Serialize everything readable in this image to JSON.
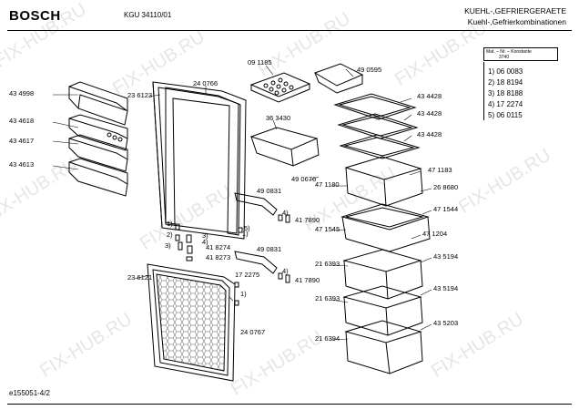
{
  "header": {
    "brand": "BOSCH",
    "model": "KGU 34110/01",
    "category_line1": "KUEHL-,GEFRIERGERAETE",
    "category_line2": "Kuehl-,Gefrierkombinationen"
  },
  "side_box": {
    "line1": "Mat. – Nr. – Konstante",
    "line2": "3740"
  },
  "constants": [
    "1) 06 0083",
    "2) 18 8194",
    "3) 18 8188",
    "4) 17 2274",
    "5) 06 0115"
  ],
  "parts": {
    "p434998": "43 4998",
    "p434618": "43 4618",
    "p434617": "43 4617",
    "p434613": "43 4613",
    "p236123": "23 6123",
    "p240766": "24 0766",
    "p091185": "09 1185",
    "p490595": "49 0595",
    "p434428a": "43 4428",
    "p363430": "36 3430",
    "p434428b": "43 4428",
    "p434428c": "43 4428",
    "p471183": "47 1183",
    "p490676": "49 0676",
    "p471180": "47 1180",
    "p268680": "26 8680",
    "p490831a": "49 0831",
    "p471544": "47 1544",
    "p417890a": "41 7890",
    "p471545": "47 1545",
    "p471204": "47 1204",
    "p418274": "41 8274",
    "p418273": "41 8273",
    "p490831b": "49 0831",
    "p435194a": "43 5194",
    "p216393a": "21 6393",
    "p236121": "23 6121",
    "p172275": "17 2275",
    "p417890b": "41 7890",
    "p216393b": "21 6393",
    "p435194b": "43 5194",
    "p435203": "43 5203",
    "p240767": "24 0767",
    "p216394": "21 6394"
  },
  "callouts": {
    "c1a": "1)",
    "c2": "2)",
    "c3a": "3)",
    "c3b": "3)",
    "c4a": "4)",
    "c4b": "4)",
    "c5a": "5)",
    "c1b": "1)",
    "c4c": "4)",
    "c1c": "1)"
  },
  "footer": "e155051-4/2",
  "watermark": "FIX-HUB.RU"
}
